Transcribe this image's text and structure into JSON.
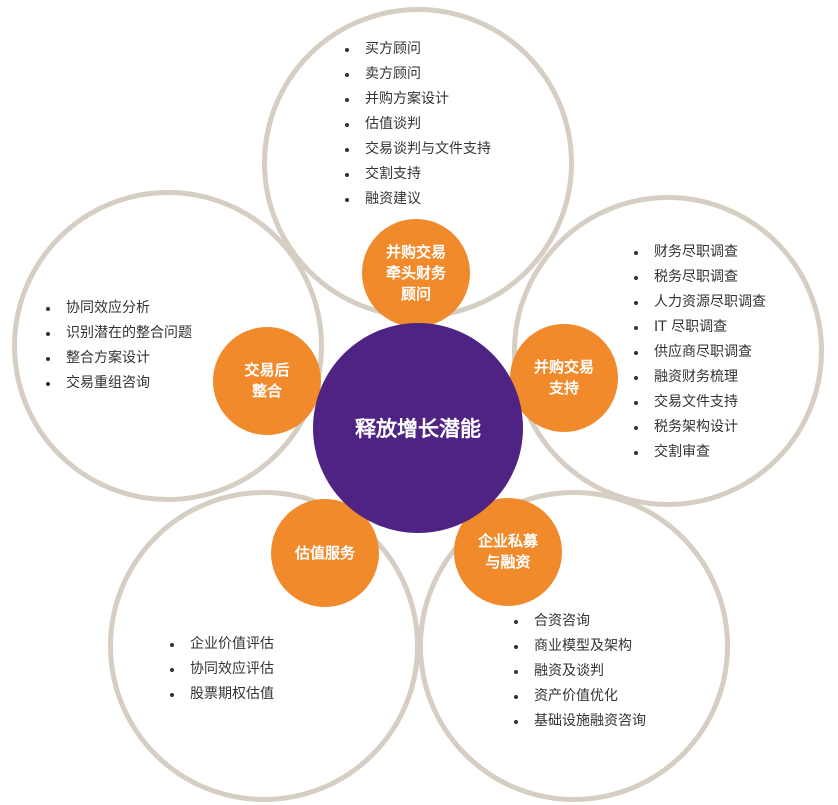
{
  "colors": {
    "ring": "#d6cdc3",
    "badge": "#f08a2b",
    "center": "#4e2383",
    "text": "#333333"
  },
  "center": {
    "label": "释放增长潜能"
  },
  "top": {
    "badge": [
      "并购交易",
      "牵头财务",
      "顾问"
    ],
    "items": [
      "买方顾问",
      "卖方顾问",
      "并购方案设计",
      "估值谈判",
      "交易谈判与文件支持",
      "交割支持",
      "融资建议"
    ]
  },
  "right": {
    "badge": [
      "并购交易",
      "支持"
    ],
    "items": [
      "财务尽职调查",
      "税务尽职调查",
      "人力资源尽职调查",
      "IT 尽职调查",
      "供应商尽职调查",
      "融资财务梳理",
      "交易文件支持",
      "税务架构设计",
      "交割审查"
    ]
  },
  "bottom_right": {
    "badge": [
      "企业私募",
      "与融资"
    ],
    "items": [
      "合资咨询",
      "商业模型及架构",
      "融资及谈判",
      "资产价值优化",
      "基础设施融资咨询"
    ]
  },
  "bottom_left": {
    "badge": [
      "估值服务"
    ],
    "items": [
      "企业价值评估",
      "协同效应评估",
      "股票期权估值"
    ]
  },
  "left": {
    "badge": [
      "交易后",
      "整合"
    ],
    "items": [
      "协同效应分析",
      "识别潜在的整合问题",
      "整合方案设计",
      "交易重组咨询"
    ]
  }
}
